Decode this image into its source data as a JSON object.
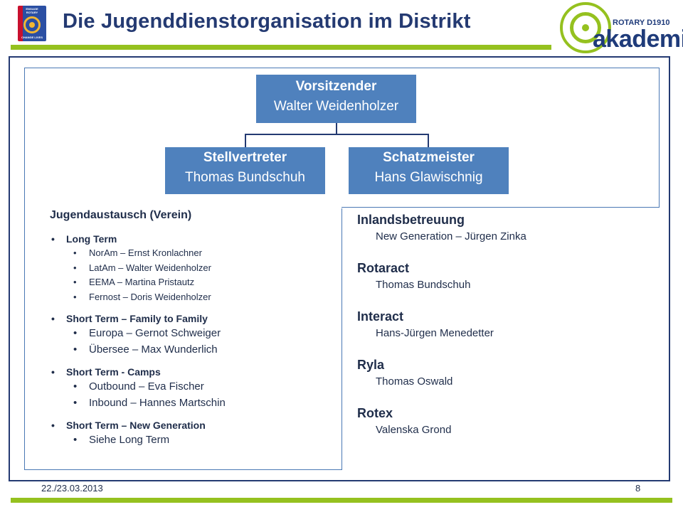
{
  "header": {
    "title": "Die Jugenddienstorganisation im Distrikt",
    "logo_left_top": "ENGAGE ROTARY",
    "logo_left_bottom": "CHANGE LIVES",
    "logo_right_top": "ROTARY D1910",
    "logo_right_bottom": "akademie"
  },
  "org_chart": {
    "chair": {
      "role": "Vorsitzender",
      "name": "Walter Weidenholzer"
    },
    "deputy": {
      "role": "Stellvertreter",
      "name": "Thomas Bundschuh"
    },
    "treasurer": {
      "role": "Schatzmeister",
      "name": "Hans Glawischnig"
    }
  },
  "exchange": {
    "heading": "Jugendaustausch  (Verein)",
    "groups": [
      {
        "label": "Long Term",
        "items": [
          "NorAm – Ernst Kronlachner",
          "LatAm – Walter Weidenholzer",
          "EEMA – Martina Pristautz",
          "Fernost – Doris Weidenholzer"
        ]
      },
      {
        "label": "Short Term – Family to Family",
        "items": [
          "Europa – Gernot Schweiger",
          "Übersee – Max Wunderlich"
        ]
      },
      {
        "label": "Short Term - Camps",
        "items": [
          "Outbound – Eva Fischer",
          "Inbound – Hannes Martschin"
        ]
      },
      {
        "label": "Short Term – New Generation",
        "items": [
          "Siehe Long Term"
        ]
      }
    ]
  },
  "domestic": [
    {
      "heading": "Inlandsbetreuung",
      "sub": "New Generation – Jürgen Zinka"
    },
    {
      "heading": "Rotaract",
      "sub": "Thomas Bundschuh"
    },
    {
      "heading": "Interact",
      "sub": "Hans-Jürgen Menedetter"
    },
    {
      "heading": "Ryla",
      "sub": "Thomas Oswald"
    },
    {
      "heading": "Rotex",
      "sub": "Valenska Grond"
    }
  ],
  "footer": {
    "date": "22./23.03.2013",
    "page": "8"
  },
  "colors": {
    "accent_green": "#95c11f",
    "box_blue": "#4f81bd",
    "navy": "#243a72"
  }
}
